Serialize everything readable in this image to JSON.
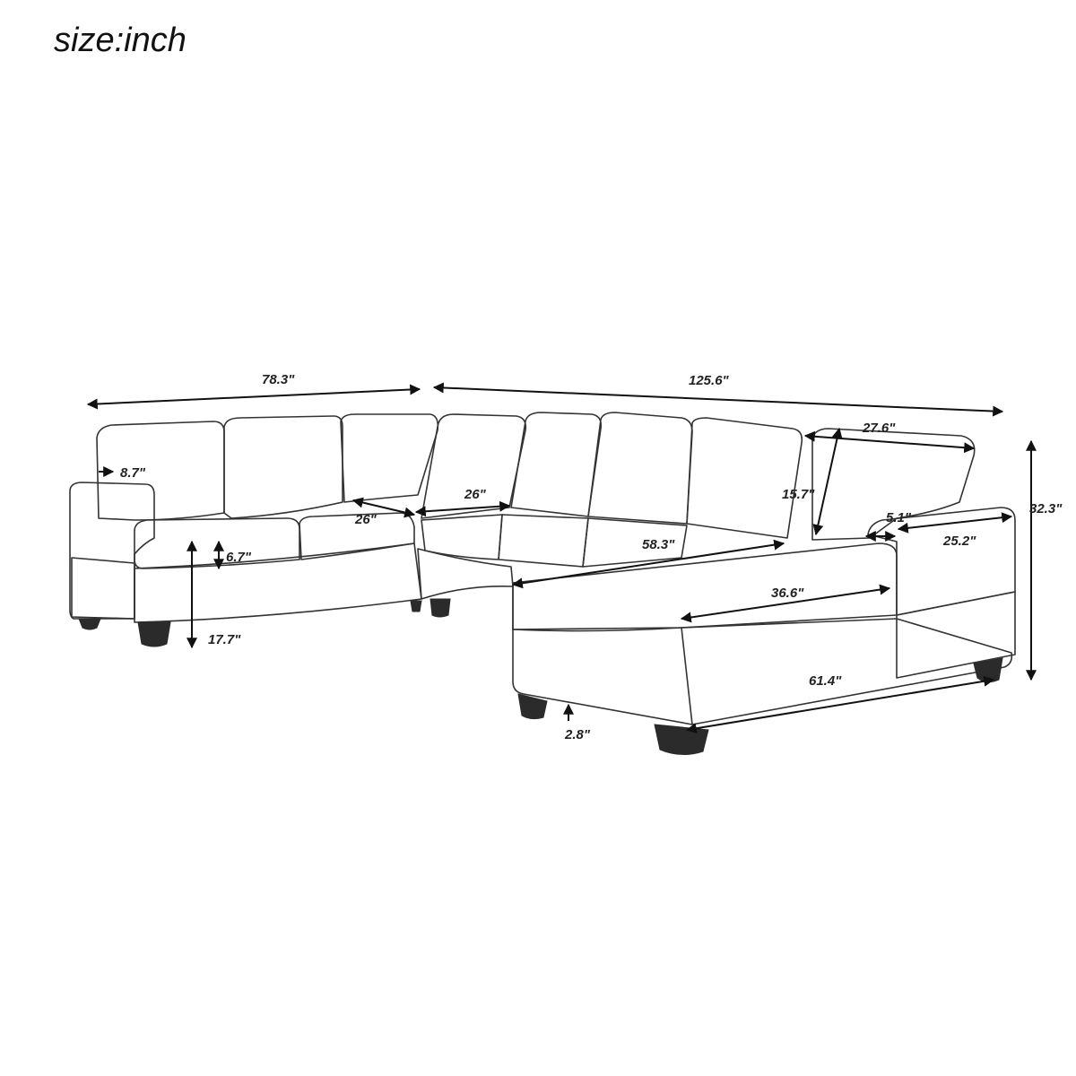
{
  "title": "size:inch",
  "dimensions": {
    "back_left_width": "78.3\"",
    "back_total_width": "125.6\"",
    "arm_width": "8.7\"",
    "corner_seat_a": "26\"",
    "corner_seat_b": "26\"",
    "seat_cushion_height": "6.7\"",
    "seat_height": "17.7\"",
    "chaise_back_width": "27.6\"",
    "back_cushion_height": "15.7\"",
    "overall_height": "32.3\"",
    "chaise_arm_width": "5.1\"",
    "chaise_arm_depth": "25.2\"",
    "middle_seat_depth": "58.3\"",
    "chaise_seat_width": "36.6\"",
    "chaise_length": "61.4\"",
    "leg_height": "2.8\""
  }
}
